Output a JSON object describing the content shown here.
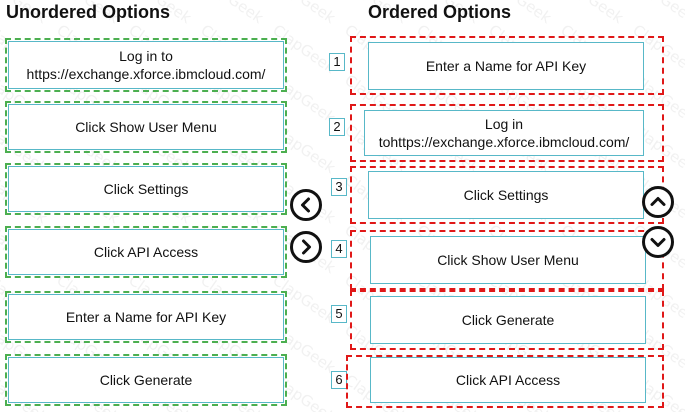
{
  "headings": {
    "unordered": "Unordered Options",
    "ordered": "Ordered Options"
  },
  "unordered_options": [
    {
      "line1": "Log in to",
      "line2": "https://exchange.xforce.ibmcloud.com/"
    },
    {
      "line1": "Click Show User Menu",
      "line2": ""
    },
    {
      "line1": "Click Settings",
      "line2": ""
    },
    {
      "line1": "Click API Access",
      "line2": ""
    },
    {
      "line1": "Enter a Name for API Key",
      "line2": ""
    },
    {
      "line1": "Click Generate",
      "line2": ""
    }
  ],
  "ordered_slots": [
    {
      "number": "1",
      "line1": "Enter a Name for API Key",
      "line2": ""
    },
    {
      "number": "2",
      "line1": "Log in to",
      "line2": "https://exchange.xforce.ibmcloud.com/"
    },
    {
      "number": "3",
      "line1": "Click Settings",
      "line2": ""
    },
    {
      "number": "4",
      "line1": "Click Show User Menu",
      "line2": ""
    },
    {
      "number": "5",
      "line1": "Click Generate",
      "line2": ""
    },
    {
      "number": "6",
      "line1": "Click API Access",
      "line2": ""
    }
  ],
  "watermark_text": "ClapGeek",
  "colors": {
    "green_dash": "#4caf50",
    "red_dash": "#e01818",
    "teal_border": "#58b8c8"
  }
}
